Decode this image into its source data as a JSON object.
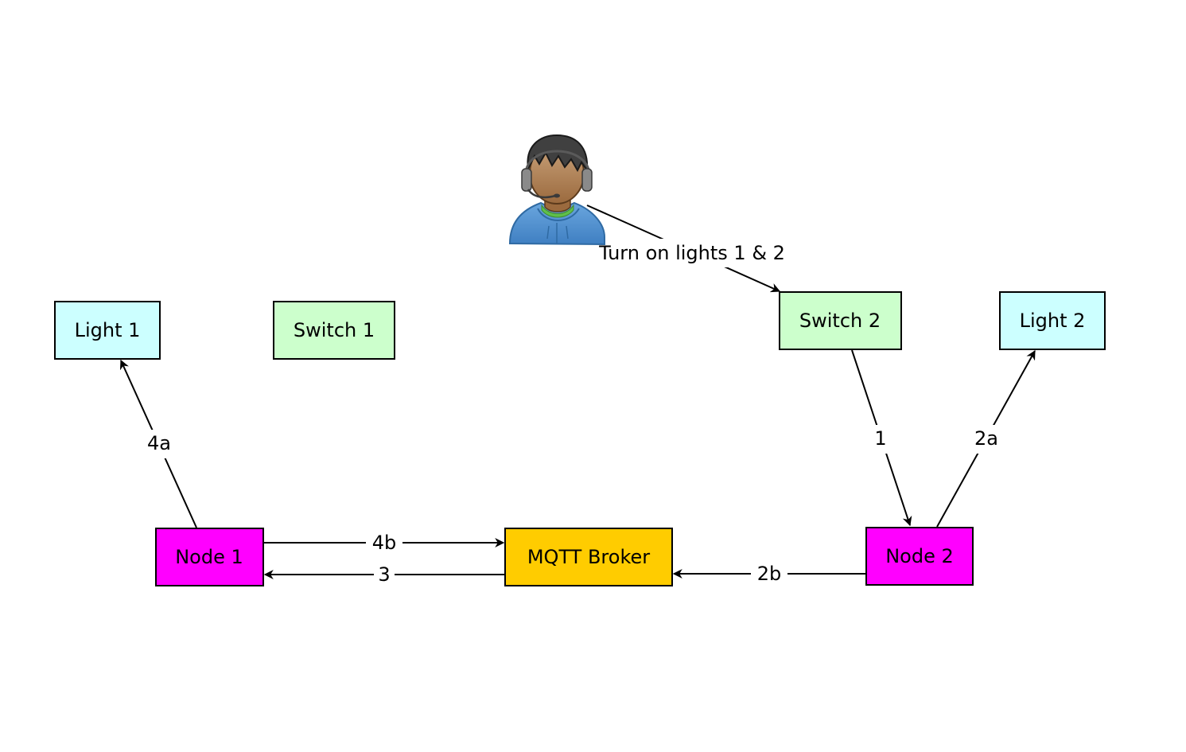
{
  "colors": {
    "light": "#ccffff",
    "switch": "#ccffcc",
    "node": "#ff00ff",
    "broker": "#ffcc00",
    "edge": "#000000"
  },
  "user": {
    "icon": "user-headset-icon"
  },
  "nodes": {
    "light1": {
      "label": "Light 1"
    },
    "switch1": {
      "label": "Switch 1"
    },
    "switch2": {
      "label": "Switch 2"
    },
    "light2": {
      "label": "Light 2"
    },
    "node1": {
      "label": "Node 1"
    },
    "broker": {
      "label": "MQTT Broker"
    },
    "node2": {
      "label": "Node 2"
    }
  },
  "edges": {
    "user_to_switch2": {
      "label": "Turn on lights 1 & 2"
    },
    "switch2_to_node2": {
      "label": "1"
    },
    "node2_to_light2": {
      "label": "2a"
    },
    "node2_to_broker": {
      "label": "2b"
    },
    "broker_to_node1": {
      "label": "3"
    },
    "node1_to_light1": {
      "label": "4a"
    },
    "node1_to_broker": {
      "label": "4b"
    }
  }
}
